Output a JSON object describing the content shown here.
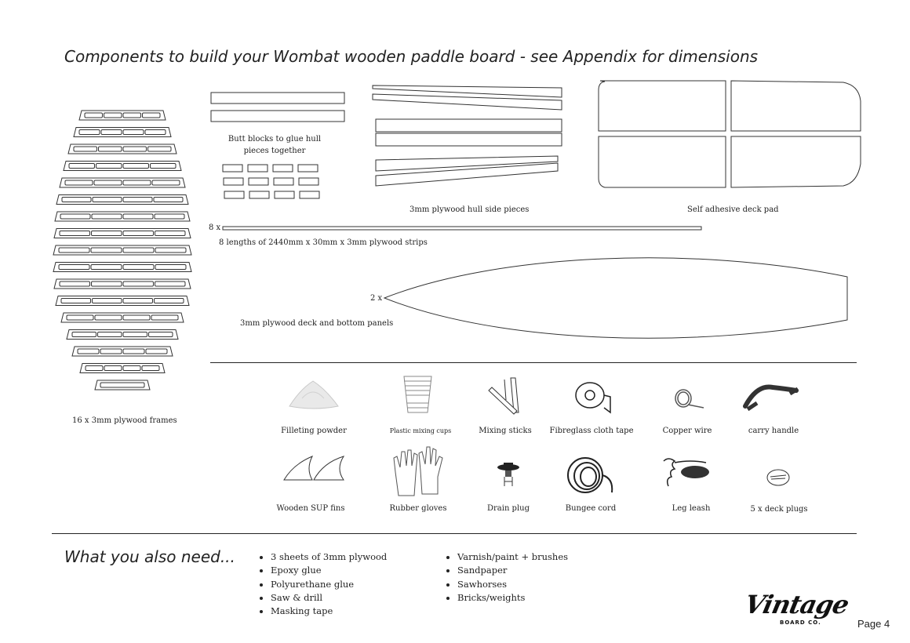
{
  "title": "Components to build your Wombat wooden paddle board - see Appendix for dimensions",
  "components": {
    "frames_label": "16 x 3mm plywood frames",
    "butt_blocks_label_1": "Butt blocks to glue hull",
    "butt_blocks_label_2": "pieces together",
    "hull_sides_label": "3mm plywood hull side pieces",
    "deck_pad_label": "Self adhesive deck pad",
    "strips_qty": "8 x",
    "strips_label": "8 lengths of 2440mm x 30mm x 3mm plywood strips",
    "panels_qty": "2 x",
    "panels_label": "3mm plywood deck and bottom panels"
  },
  "hardware": [
    {
      "label": "Filleting powder",
      "icon": "powder-pile-icon"
    },
    {
      "label": "Plastic mixing cups",
      "icon": "mixing-cups-icon"
    },
    {
      "label": "Mixing sticks",
      "icon": "mixing-sticks-icon"
    },
    {
      "label": "Fibreglass cloth tape",
      "icon": "tape-roll-icon"
    },
    {
      "label": "Copper wire",
      "icon": "wire-coil-icon"
    },
    {
      "label": "carry handle",
      "icon": "carry-handle-icon"
    },
    {
      "label": "Wooden SUP fins",
      "icon": "fins-icon"
    },
    {
      "label": "Rubber gloves",
      "icon": "gloves-icon"
    },
    {
      "label": "Drain plug",
      "icon": "drain-plug-icon"
    },
    {
      "label": "Bungee cord",
      "icon": "bungee-cord-icon"
    },
    {
      "label": "Leg leash",
      "icon": "leg-leash-icon"
    },
    {
      "label": "5 x deck plugs",
      "icon": "deck-plug-icon"
    }
  ],
  "also_need": {
    "title": "What you also need...",
    "col1": [
      "3 sheets of 3mm plywood",
      "Epoxy glue",
      "Polyurethane glue",
      "Saw & drill",
      "Masking tape"
    ],
    "col2": [
      "Varnish/paint + brushes",
      "Sandpaper",
      "Sawhorses",
      "Bricks/weights"
    ]
  },
  "logo": {
    "main": "Vintage",
    "sub": "BOARD CO."
  },
  "page": "Page 4"
}
